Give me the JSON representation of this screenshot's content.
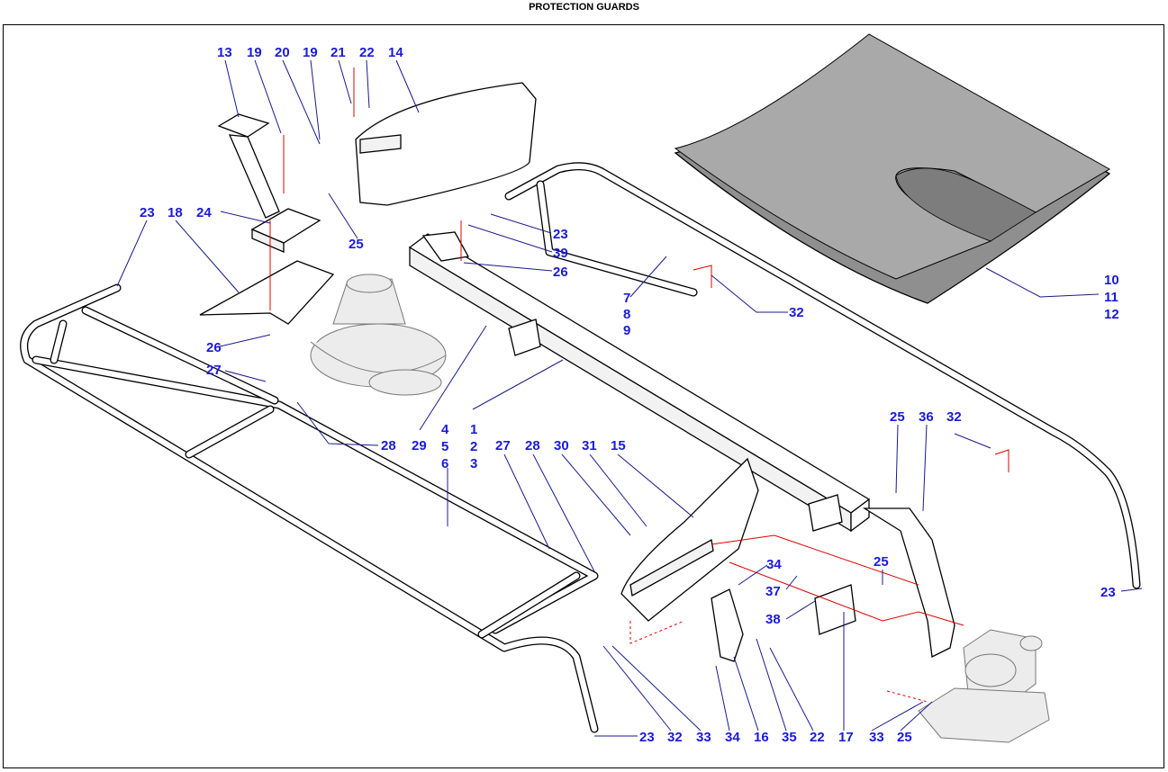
{
  "title": "PROTECTION GUARDS",
  "labels": {
    "l13": "13",
    "l19a": "19",
    "l20": "20",
    "l19b": "19",
    "l21": "21",
    "l22a": "22",
    "l14": "14",
    "l23a": "23",
    "l18": "18",
    "l24": "24",
    "l25a": "25",
    "l23b": "23",
    "l39": "39",
    "l26a": "26",
    "l10": "10",
    "l11": "11",
    "l12": "12",
    "l7": "7",
    "l8": "8",
    "l9": "9",
    "l32a": "32",
    "l26b": "26",
    "l27a": "27",
    "l28a": "28",
    "l29": "29",
    "l1": "1",
    "l2": "2",
    "l3": "3",
    "l4": "4",
    "l5": "5",
    "l6": "6",
    "l27b": "27",
    "l28b": "28",
    "l30": "30",
    "l31": "31",
    "l15": "15",
    "l25b": "25",
    "l36": "36",
    "l32b": "32",
    "l34a": "34",
    "l37": "37",
    "l38": "38",
    "l25c": "25",
    "l23c": "23",
    "l23d": "23",
    "l32c": "32",
    "l33a": "33",
    "l34b": "34",
    "l16": "16",
    "l35": "35",
    "l22b": "22",
    "l17": "17",
    "l33b": "33",
    "l25d": "25"
  }
}
